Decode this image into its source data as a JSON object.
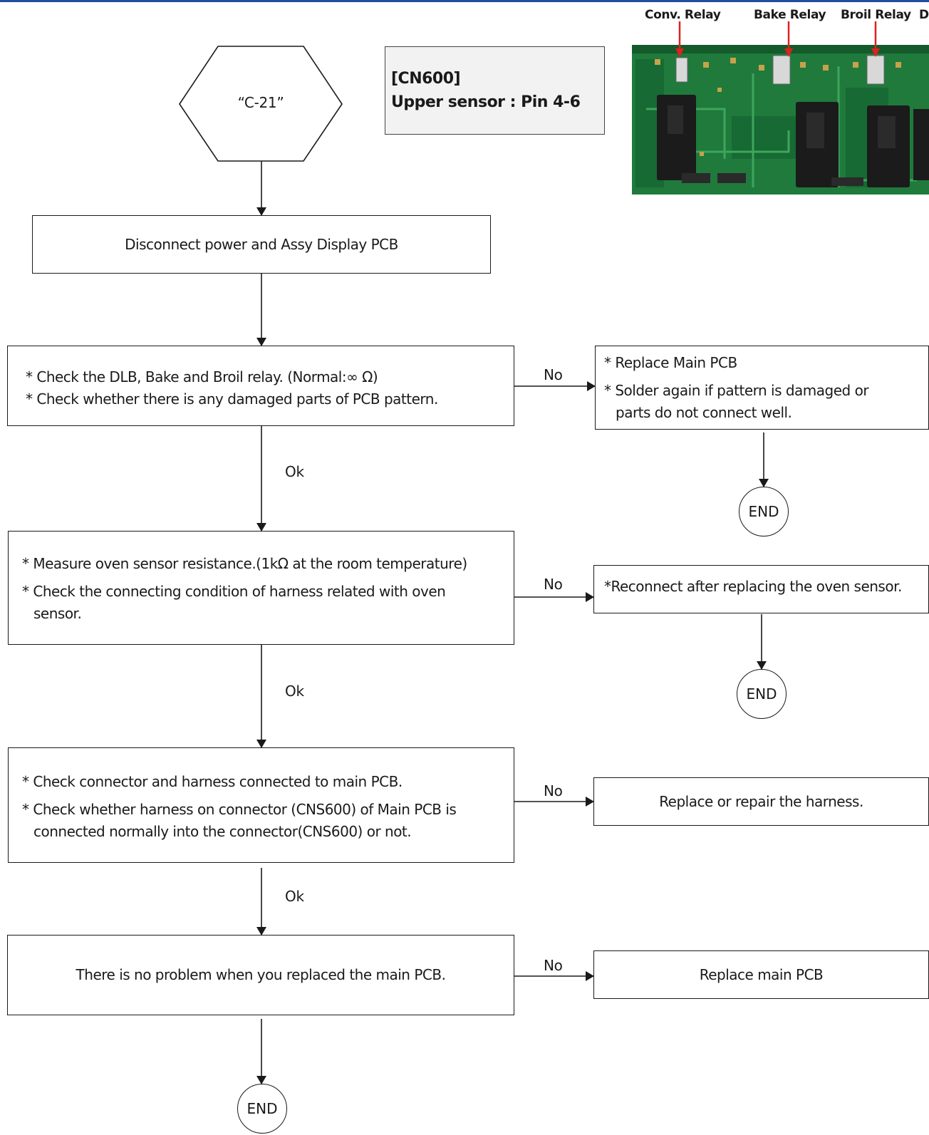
{
  "start": {
    "code": "“C-21”"
  },
  "note": {
    "line1": "[CN600]",
    "line2": "Upper sensor : Pin 4-6"
  },
  "pcb_photo": {
    "labels": {
      "conv": "Conv. Relay",
      "bake": "Bake Relay",
      "broil": "Broil Relay",
      "dl": "Dl"
    },
    "colors": {
      "board": "#1f7a3c",
      "arrow": "#e02020"
    }
  },
  "steps": {
    "disconnect": "Disconnect power and Assy Display PCB",
    "relay": [
      "* Check the DLB, Bake and Broil relay. (Normal:∞ Ω)",
      "* Check whether there is any damaged parts of PCB pattern."
    ],
    "sensor": [
      "* Measure oven sensor resistance.(1kΩ at the room temperature)",
      "* Check the connecting condition of harness related with oven",
      "sensor."
    ],
    "harness": [
      "* Check connector and harness connected to main PCB.",
      "* Check whether harness on connector (CNS600) of Main PCB is",
      "connected normally into the connector(CNS600) or not."
    ],
    "final": "There is no problem when you replaced the main PCB."
  },
  "actions": {
    "replace_pcb": [
      "* Replace Main PCB",
      "* Solder again if pattern is damaged or",
      "parts do not connect well."
    ],
    "reconnect": "*Reconnect after replacing the oven sensor.",
    "repair_harness": "Replace or repair the harness.",
    "replace_main": "Replace main PCB"
  },
  "labels": {
    "no": "No",
    "ok": "Ok",
    "end": "END"
  }
}
